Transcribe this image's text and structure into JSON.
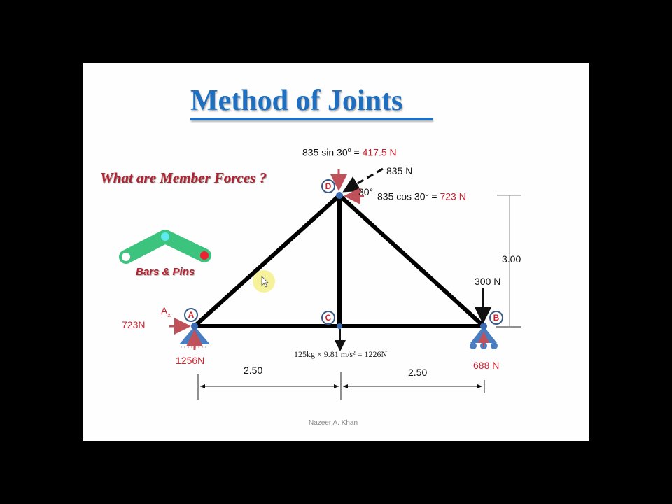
{
  "slide": {
    "title": "Method of Joints",
    "question": "What are Member Forces ?",
    "bars_label": "Bars & Pins",
    "author": "Nazeer A. Khan"
  },
  "nodes": {
    "A": "A",
    "B": "B",
    "C": "C",
    "D": "D"
  },
  "forces": {
    "applied_d": "835 N",
    "d_vertical_text": "835 sin 30",
    "d_vertical_value": "417.5 N",
    "d_horizontal_text": "835 cos 30",
    "d_horizontal_value": "723 N",
    "equals": " = ",
    "degree": "o",
    "angle": "30°",
    "load_b": "300 N",
    "reaction_ax_label": "A",
    "reaction_ax_sub": "x",
    "reaction_ax_value": "723N",
    "reaction_ay_value": "1256N",
    "reaction_by_value": "688 N",
    "weight_formula": "125kg × 9.81 m/s² = 1226N"
  },
  "dimensions": {
    "left_span": "2.50",
    "right_span": "2.50",
    "height": "3.00"
  },
  "colors": {
    "title_blue": "#1f6fc0",
    "force_red": "#d11f2d",
    "support_blue": "#4a7cc0",
    "bar_green": "#3cc47f"
  }
}
